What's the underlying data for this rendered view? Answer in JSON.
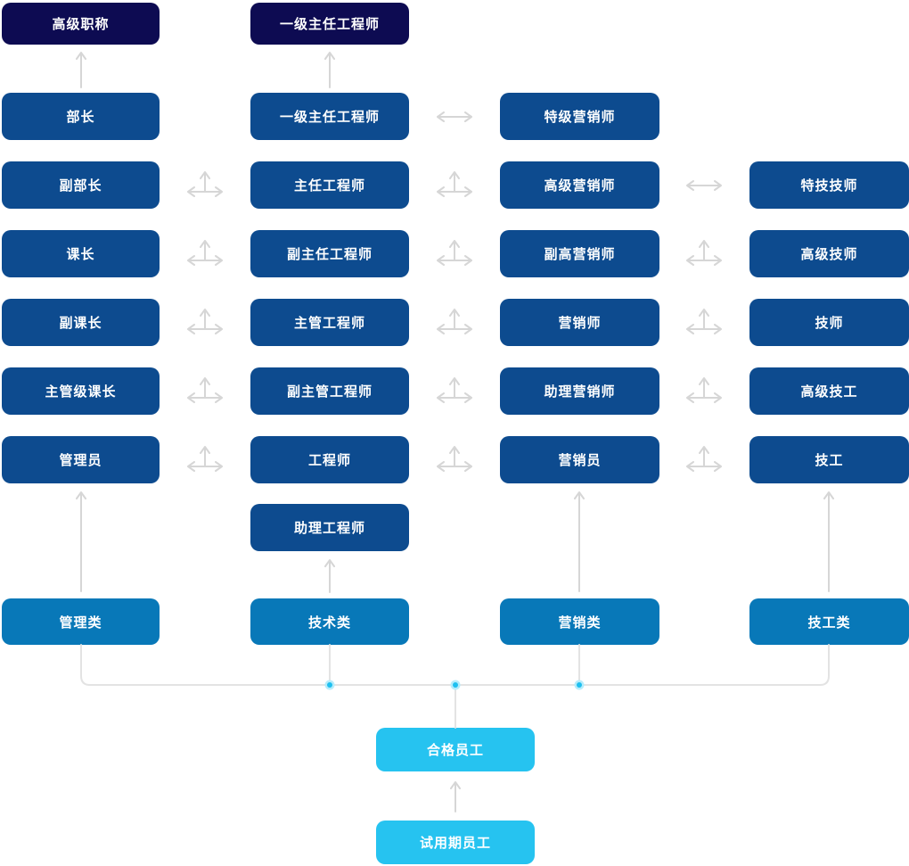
{
  "diagram_title": "career-ladder-diagram",
  "colors": {
    "top_title_box": "#0d0b52",
    "level_box": "#0d4b8f",
    "category_box": "#0878b8",
    "entry_box": "#26c3f0",
    "arrow": "#d6d6d6",
    "connector": "#e3e3e3",
    "dot": "#1ec0f0",
    "text": "#ffffff"
  },
  "nodes": {
    "mgmt_top": "高级职称",
    "tech_top": "一级主任工程师",
    "mgmt": [
      "部长",
      "副部长",
      "课长",
      "副课长",
      "主管级课长",
      "管理员"
    ],
    "tech": [
      "一级主任工程师",
      "主任工程师",
      "副主任工程师",
      "主管工程师",
      "副主管工程师",
      "工程师",
      "助理工程师"
    ],
    "mkt": [
      "特级营销师",
      "高级营销师",
      "副高营销师",
      "营销师",
      "助理营销师",
      "营销员"
    ],
    "work": [
      "特技技师",
      "高级技师",
      "技师",
      "高级技工",
      "技工"
    ],
    "categories": [
      "管理类",
      "技术类",
      "营销类",
      "技工类"
    ],
    "bottom": {
      "qualified": "合格员工",
      "probation": "试用期员工"
    }
  }
}
